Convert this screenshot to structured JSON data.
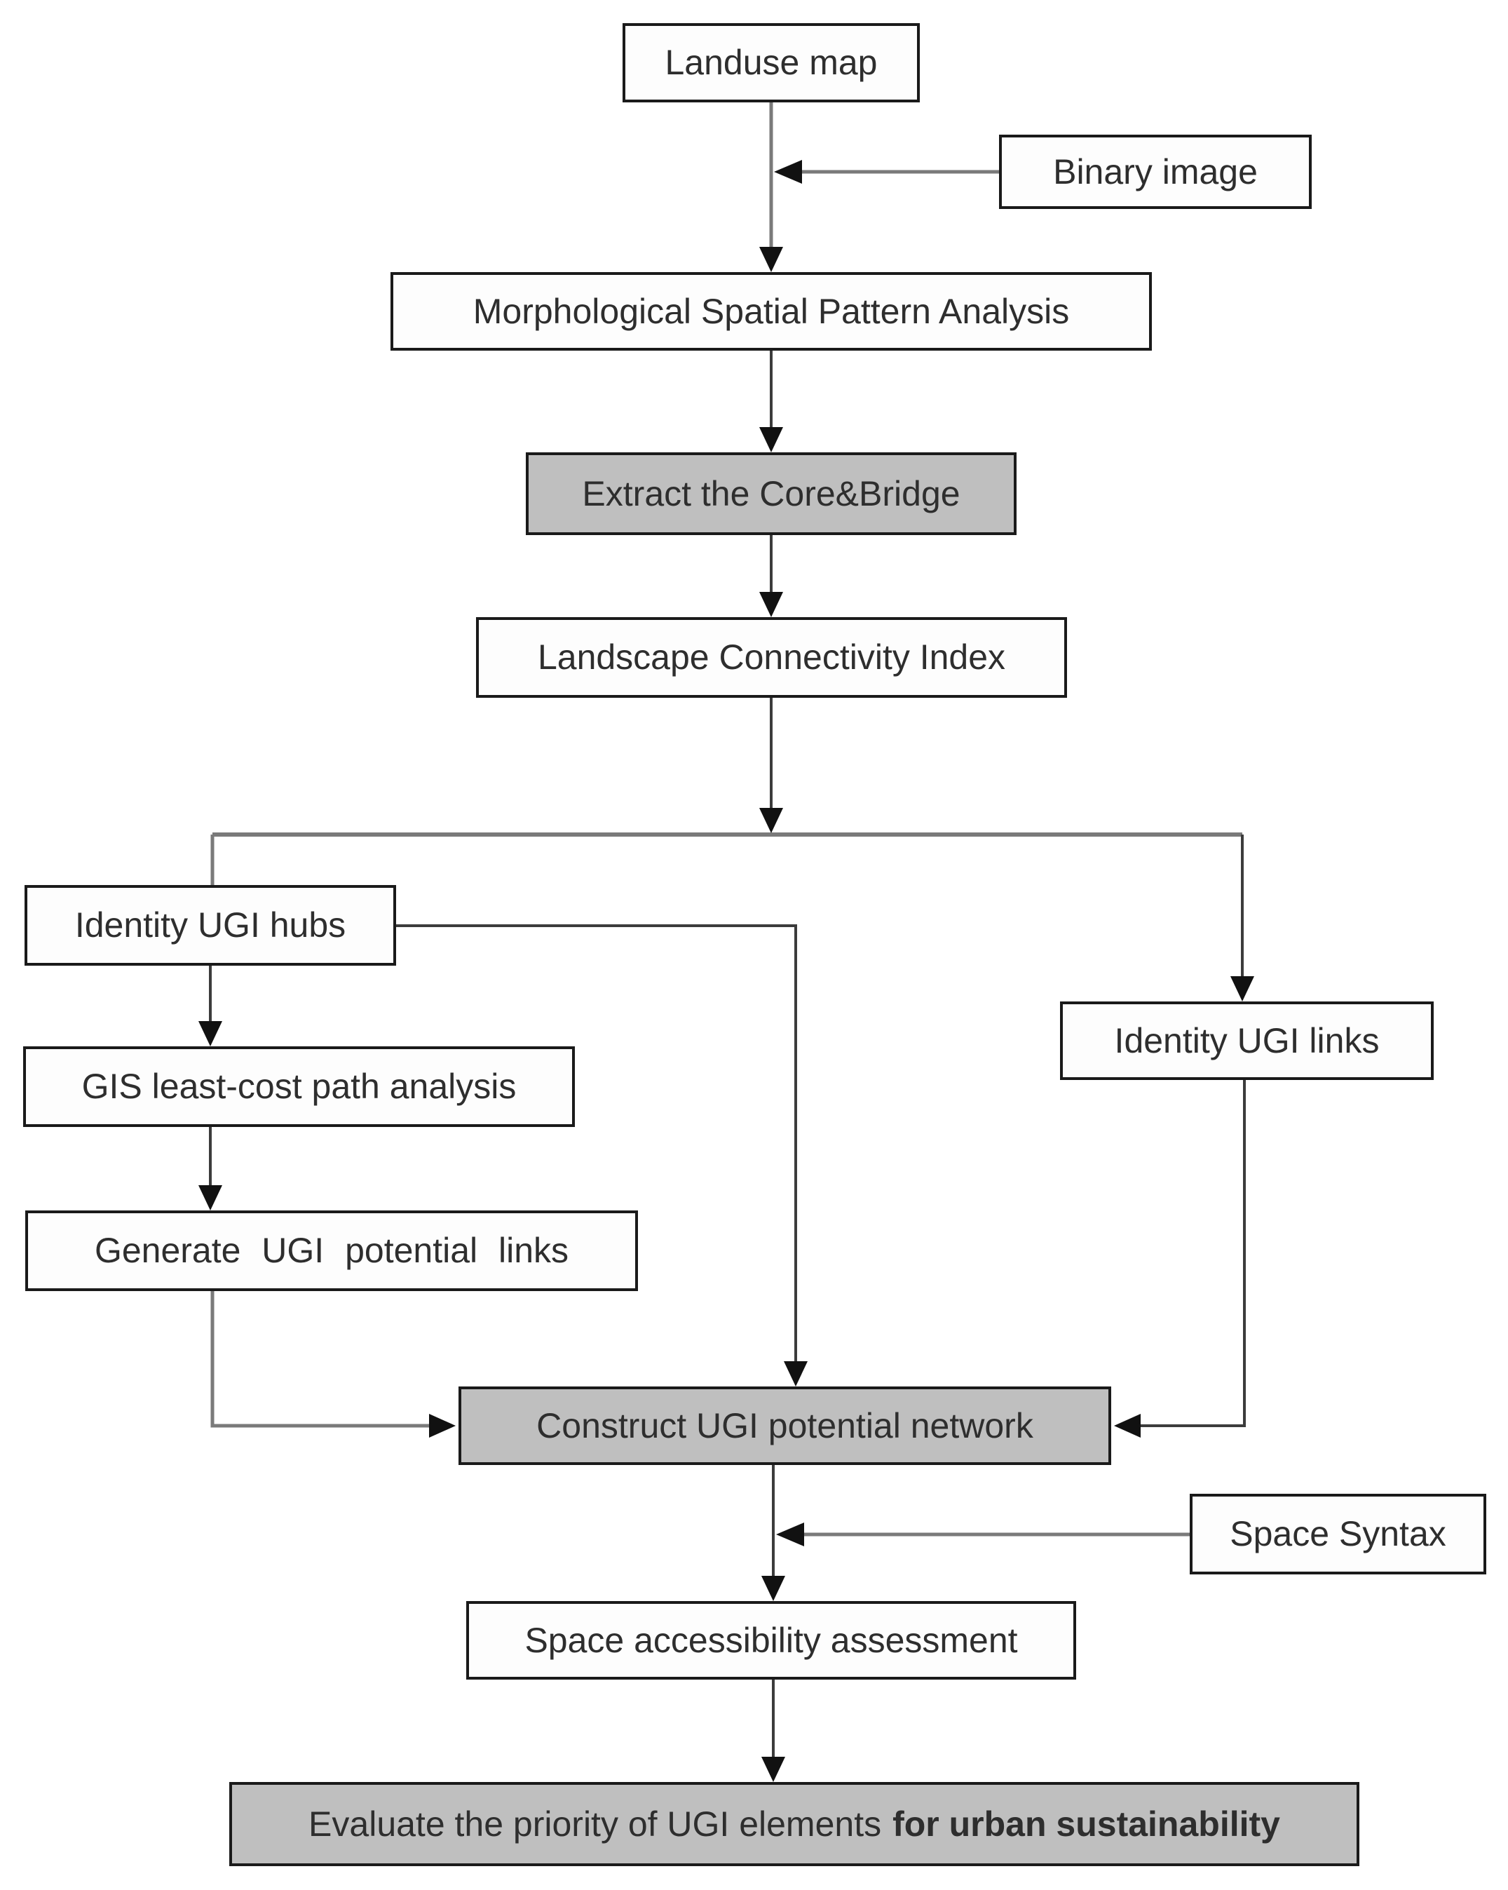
{
  "diagram": {
    "kind": "flowchart",
    "nodes": {
      "landuse": {
        "label": "Landuse map",
        "style": "white"
      },
      "binary": {
        "label": "Binary image",
        "style": "white"
      },
      "mspa": {
        "label": "Morphological Spatial Pattern Analysis",
        "style": "white"
      },
      "extract": {
        "label": "Extract the Core&Bridge",
        "style": "gray"
      },
      "lci": {
        "label": "Landscape Connectivity Index",
        "style": "white"
      },
      "hubs": {
        "label": "Identity UGI hubs",
        "style": "white"
      },
      "links": {
        "label": "Identity UGI links",
        "style": "white"
      },
      "gis": {
        "label": "GIS least-cost path analysis",
        "style": "white"
      },
      "generate": {
        "label": "Generate UGI potential links",
        "style": "white"
      },
      "construct": {
        "label": "Construct UGI potential network",
        "style": "gray"
      },
      "syntax": {
        "label": "Space Syntax",
        "style": "white"
      },
      "access": {
        "label": "Space accessibility assessment",
        "style": "white"
      },
      "evaluate": {
        "label_normal": "Evaluate the priority of UGI elements",
        "label_bold": "for urban sustainability",
        "style": "gray"
      }
    },
    "edges": [
      {
        "from": "landuse",
        "to": "mspa",
        "arrow": true
      },
      {
        "from": "binary",
        "to": "landuse-mspa-line",
        "arrow": true
      },
      {
        "from": "mspa",
        "to": "extract",
        "arrow": true
      },
      {
        "from": "extract",
        "to": "lci",
        "arrow": true
      },
      {
        "from": "lci",
        "to": "branch-line",
        "arrow": true
      },
      {
        "from": "branch-line",
        "to": "hubs",
        "arrow": false
      },
      {
        "from": "branch-line",
        "to": "links",
        "arrow": true
      },
      {
        "from": "hubs",
        "to": "gis",
        "arrow": true
      },
      {
        "from": "hubs",
        "to": "construct",
        "arrow": true
      },
      {
        "from": "gis",
        "to": "generate",
        "arrow": true
      },
      {
        "from": "generate",
        "to": "construct",
        "arrow": true
      },
      {
        "from": "links",
        "to": "construct",
        "arrow": true
      },
      {
        "from": "construct",
        "to": "access",
        "arrow": true
      },
      {
        "from": "syntax",
        "to": "construct-access-line",
        "arrow": true
      },
      {
        "from": "access",
        "to": "evaluate",
        "arrow": true
      }
    ]
  },
  "colors": {
    "box_fill": "#fdfdfd",
    "box_fill_gray": "#bfbfbf",
    "box_border": "#1a1a1a",
    "text": "#2e2e2e",
    "connector_gray": "#7a7a7a",
    "connector_dark": "#3c3c3c",
    "arrowhead": "#111111",
    "background": "#ffffff"
  }
}
